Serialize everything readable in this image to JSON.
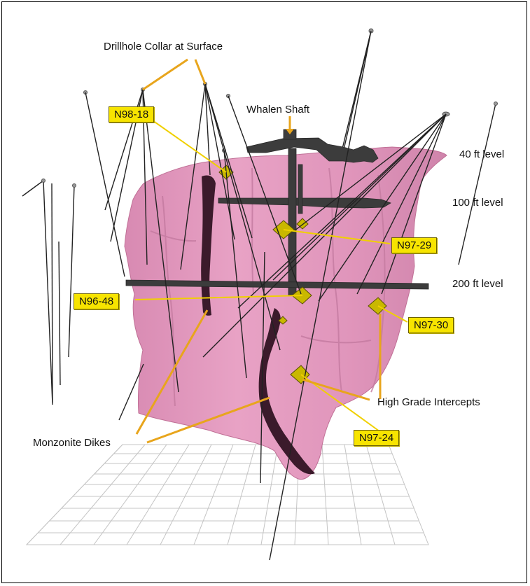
{
  "labels": {
    "collar": "Drillhole Collar at Surface",
    "shaft": "Whalen Shaft",
    "level_40": "40 ft level",
    "level_100": "100 ft level",
    "level_200": "200 ft level",
    "intercepts": "High Grade Intercepts",
    "dikes": "Monzonite Dikes"
  },
  "holes": {
    "n98_18": "N98-18",
    "n97_29": "N97-29",
    "n96_48": "N96-48",
    "n97_30": "N97-30",
    "n97_24": "N97-24"
  },
  "colors": {
    "body": "#e59ac0",
    "body_dark": "#c8739e",
    "workings": "#3a3a3a",
    "tag": "#f7e400",
    "leader": "#e8a51c",
    "intercept": "#c9b800",
    "drillhole": "#222222",
    "grid": "#c4c4c4"
  }
}
